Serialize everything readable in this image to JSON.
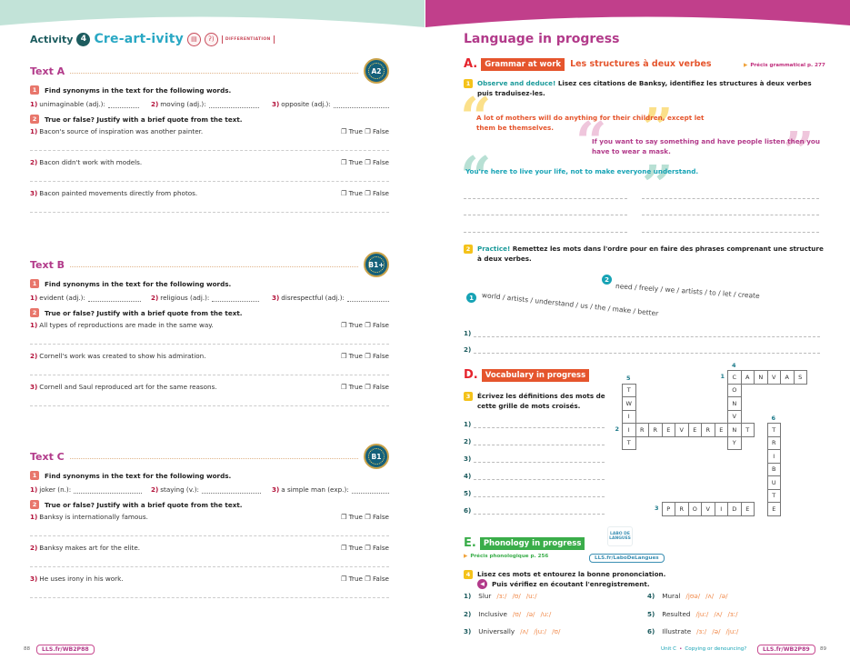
{
  "colors": {
    "left_band": "#c2e3d8",
    "right_band": "#c13f8b",
    "magenta": "#b23a8a",
    "orange": "#e5552d",
    "green": "#3aad4a",
    "teal": "#1a9a9a",
    "yellow": "#f4c21a"
  },
  "left": {
    "activity": {
      "word": "Activity",
      "number": "4",
      "name": "Cre-art-ivity",
      "icon1": "book-icon",
      "icon2": "listening-icon",
      "badge": "DIFFERENTIATION"
    },
    "sections": [
      {
        "title": "Text A",
        "level": "A2",
        "ex1": {
          "num": "1",
          "label": "Find synonyms in the text for the following words."
        },
        "synonyms": [
          {
            "n": "1)",
            "text": "unimaginable (adj.):"
          },
          {
            "n": "2)",
            "text": "moving (adj.):"
          },
          {
            "n": "3)",
            "text": "opposite (adj.):"
          }
        ],
        "ex2": {
          "num": "2",
          "label": "True or false? Justify with a brief quote from the text."
        },
        "statements": [
          {
            "n": "1)",
            "text": "Bacon's source of inspiration was another painter.",
            "opts": "❐ True ❐ False"
          },
          {
            "n": "2)",
            "text": "Bacon didn't work with models.",
            "opts": "❐ True ❐ False"
          },
          {
            "n": "3)",
            "text": "Bacon painted movements directly from photos.",
            "opts": "❐ True ❐ False"
          }
        ]
      },
      {
        "title": "Text B",
        "level": "B1+",
        "ex1": {
          "num": "1",
          "label": "Find synonyms in the text for the following words."
        },
        "synonyms": [
          {
            "n": "1)",
            "text": "evident (adj.):"
          },
          {
            "n": "2)",
            "text": "religious (adj.):"
          },
          {
            "n": "3)",
            "text": "disrespectful (adj.):"
          }
        ],
        "ex2": {
          "num": "2",
          "label": "True or false? Justify with a brief quote from the text."
        },
        "statements": [
          {
            "n": "1)",
            "text": "All types of reproductions are made in the same way.",
            "opts": "❐ True ❐ False"
          },
          {
            "n": "2)",
            "text": "Cornell's work was  created to show his admiration.",
            "opts": "❐ True ❐ False"
          },
          {
            "n": "3)",
            "text": "Cornell and Saul reproduced art for the same reasons.",
            "opts": "❐ True ❐ False"
          }
        ]
      },
      {
        "title": "Text C",
        "level": "B1",
        "ex1": {
          "num": "1",
          "label": "Find synonyms in the text for the following words."
        },
        "synonyms": [
          {
            "n": "1)",
            "text": "joker (n.):"
          },
          {
            "n": "2)",
            "text": "staying (v.):"
          },
          {
            "n": "3)",
            "text": "a simple man (exp.):"
          }
        ],
        "ex2": {
          "num": "2",
          "label": "True or false? Justify with a brief quote from the text."
        },
        "statements": [
          {
            "n": "1)",
            "text": "Banksy is internationally famous.",
            "opts": "❐ True ❐ False"
          },
          {
            "n": "2)",
            "text": "Banksy makes art for the elite.",
            "opts": "❐ True ❐ False"
          },
          {
            "n": "3)",
            "text": "He uses irony in his work.",
            "opts": "❐ True ❐ False"
          }
        ]
      }
    ],
    "footer": {
      "page": "88",
      "link": "LLS.fr/WB2P88"
    }
  },
  "right": {
    "title": "Language in progress",
    "sectionA": {
      "letter": "A.",
      "pill": "Grammar at work",
      "subtitle": "Les structures à deux verbes",
      "ref": "Précis grammatical p. 277",
      "ex1": {
        "num": "1",
        "lead": "Observe and deduce!",
        "text": "Lisez ces citations de Banksy, identifiez les structures à deux verbes puis traduisez-les."
      },
      "quotes": [
        {
          "line1": "A lot of mothers will do anything for their children, except let",
          "line2": "them be themselves."
        },
        {
          "line1": "If you want to say something and have people listen then you",
          "line2": "have to wear a mask."
        },
        {
          "line1": "You're here to live your life, not to make everyone understand.",
          "line2": ""
        }
      ],
      "ex2": {
        "num": "2",
        "lead": "Practice!",
        "text": "Remettez les mots dans l'ordre pour en faire des phrases comprenant une structure à deux verbes."
      },
      "scrambles": [
        {
          "num": "1",
          "words": "world / artists / understand / us / the / make / better"
        },
        {
          "num": "2",
          "words": "need / freely / we / artists / to / let / create"
        }
      ],
      "answer_labels": [
        "1)",
        "2)"
      ]
    },
    "sectionD": {
      "letter": "D.",
      "pill": "Vocabulary in progress",
      "ex": {
        "num": "3",
        "text": "Écrivez les définitions des mots de cette grille de mots croisés."
      },
      "answer_labels": [
        "1)",
        "2)",
        "3)",
        "4)",
        "5)",
        "6)"
      ],
      "crossword": {
        "words": [
          {
            "num": "1",
            "word": "CANVAS",
            "dir": "across"
          },
          {
            "num": "2",
            "word": "IRREVERENT",
            "dir": "across"
          },
          {
            "num": "3",
            "word": "PROVIDE",
            "dir": "across"
          },
          {
            "num": "4",
            "word": "CONVEY",
            "dir": "down"
          },
          {
            "num": "5",
            "word": "TWIST",
            "dir": "down"
          },
          {
            "num": "6",
            "word": "TRIBUTE",
            "dir": "down"
          }
        ]
      }
    },
    "sectionE": {
      "letter": "E.",
      "pill": "Phonology in progress",
      "ref": "Précis phonologique p. 256",
      "labo_logo": "LABO DE LANGUES",
      "labo_link": "LLS.fr/LaboDeLangues",
      "ex": {
        "num": "4",
        "line1": "Lisez ces mots et entourez la bonne prononciation.",
        "line2": "Puis vérifiez en écoutant l'enregistrement."
      },
      "items": [
        {
          "n": "1)",
          "word": "Slur",
          "ipa": [
            "/ɜː/",
            "/ʊ/",
            "/uː/"
          ]
        },
        {
          "n": "2)",
          "word": "Inclusive",
          "ipa": [
            "/ʊ/",
            "/ə/",
            "/uː/"
          ]
        },
        {
          "n": "3)",
          "word": "Universally",
          "ipa": [
            "/ʌ/",
            "/juː/",
            "/ʊ/"
          ]
        },
        {
          "n": "4)",
          "word": "Mural",
          "ipa": [
            "/jʊə/",
            "/ʌ/",
            "/ə/"
          ]
        },
        {
          "n": "5)",
          "word": "Resulted",
          "ipa": [
            "/juː/",
            "/ʌ/",
            "/ɜː/"
          ]
        },
        {
          "n": "6)",
          "word": "Illustrate",
          "ipa": [
            "/ɜː/",
            "/ə/",
            "/juː/"
          ]
        }
      ]
    },
    "footer": {
      "unit": "Unit C",
      "bullet": "•",
      "topic": "Copying or denouncing?",
      "link": "LLS.fr/WB2P89",
      "page": "89"
    }
  }
}
